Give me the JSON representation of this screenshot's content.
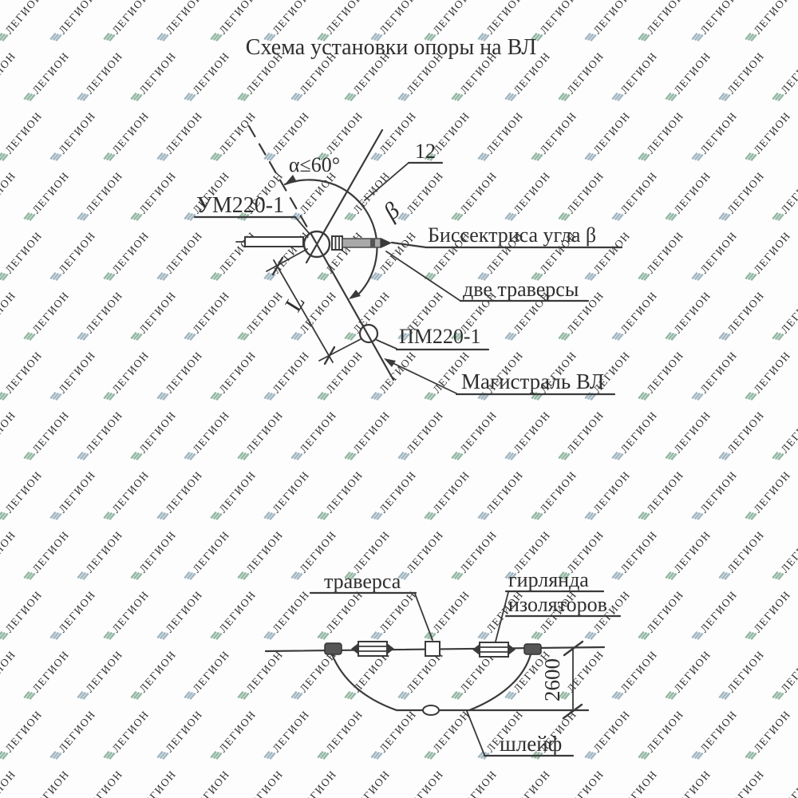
{
  "title": "Схема установки опоры на ВЛ",
  "watermark": {
    "text": "ЛЕГИОН",
    "text_color": "#bdc4ce",
    "icon_color_a": "#a3b7c2",
    "icon_color_b": "#94b8a4"
  },
  "colors": {
    "ink": "#3a3a3a",
    "paper": "#fdfdfe",
    "traverse_fill": "#a8a8a8",
    "clamp_fill": "#565656"
  },
  "top_figure": {
    "angle_label": "α≤60°",
    "item_number": "12",
    "corner_support_label": "УМ220-1",
    "beta_label": "β",
    "bisector_label": "Биссектриса угла β",
    "traverses_label": "две траверсы",
    "intermediate_support_label": "ПМ220-1",
    "main_line_label": "Магистраль ВЛ",
    "span_dimension_label": "L"
  },
  "bottom_figure": {
    "crossarm_label": "траверса",
    "insulator_string_label_line1": "гирлянда",
    "insulator_string_label_line2": "изоляторов",
    "height_dimension": "2600",
    "jumper_label": "шлейф"
  }
}
